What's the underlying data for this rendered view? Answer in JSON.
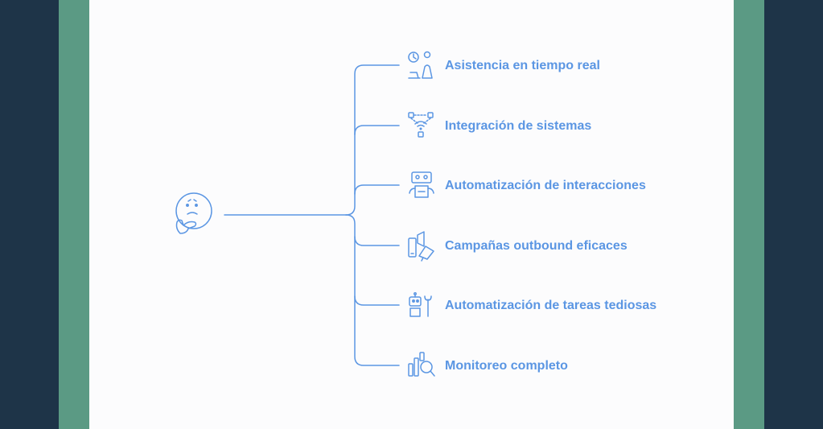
{
  "diagram": {
    "accent_color": "#5b96e3",
    "root_icon": "thinking-face-icon",
    "items": [
      {
        "label": "Asistencia en tiempo real",
        "icon": "clock-person-icon"
      },
      {
        "label": "Integración de sistemas",
        "icon": "network-nodes-icon"
      },
      {
        "label": "Automatización de interacciones",
        "icon": "robot-icon"
      },
      {
        "label": "Campañas outbound eficaces",
        "icon": "megaphone-phone-icon"
      },
      {
        "label": "Automatización de tareas tediosas",
        "icon": "robot-wrench-icon"
      },
      {
        "label": "Monitoreo completo",
        "icon": "chart-magnifier-icon"
      }
    ]
  }
}
